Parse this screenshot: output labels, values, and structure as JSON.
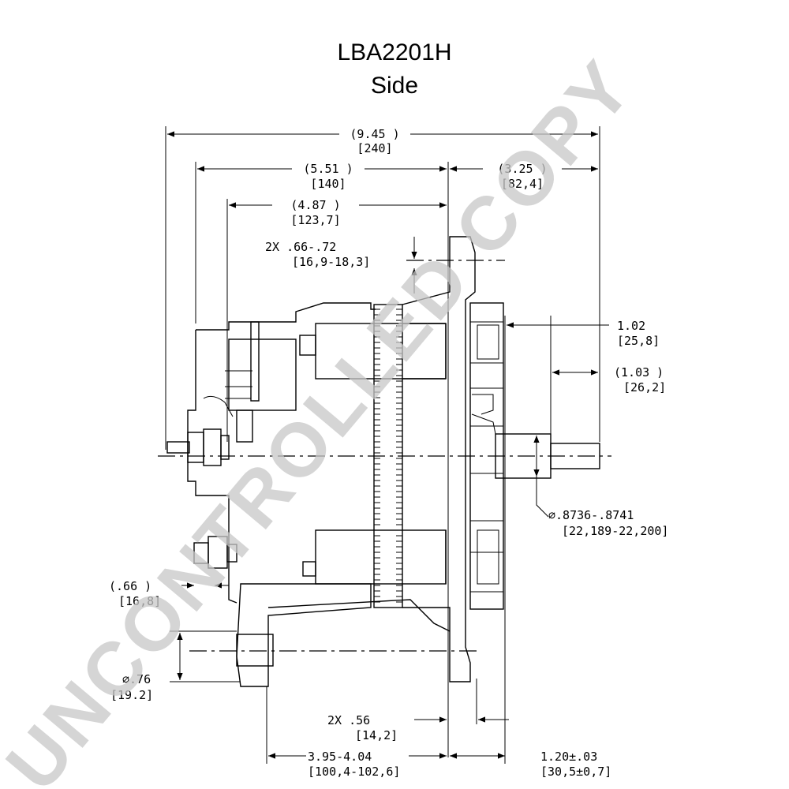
{
  "title": {
    "model": "LBA2201H",
    "view": "Side"
  },
  "watermark": "UNCONTROLLED COPY",
  "dimensions": {
    "overall_in": "(9.45  )",
    "overall_mm": "[240]",
    "front_in": "(5.51  )",
    "front_mm": "[140]",
    "rear_in": "(3.25   )",
    "rear_mm": "[82,4]",
    "terminal_in": "(4.87    )",
    "terminal_mm": "[123,7]",
    "mount_2x_in": "2X .66-.72",
    "mount_2x_mm": "[16,9-18,3]",
    "hub_in": "1.02",
    "hub_mm": "[25,8]",
    "shaft_len_in": "(1.03  )",
    "shaft_len_mm": "[26,2]",
    "shaft_dia_in": "∅.8736-.8741",
    "shaft_dia_mm": "[22,189-22,200]",
    "term_off_in": "(.66   )",
    "term_off_mm": "[16,8]",
    "hole_dia_in": "∅.76",
    "hole_dia_mm": "[19.2]",
    "ear_2x_in": "2X .56",
    "ear_2x_mm": "[14,2]",
    "ear_span_in": "3.95-4.04",
    "ear_span_mm": "[100,4-102,6]",
    "pulley_in": "1.20±.03",
    "pulley_mm": "[30,5±0,7]"
  }
}
